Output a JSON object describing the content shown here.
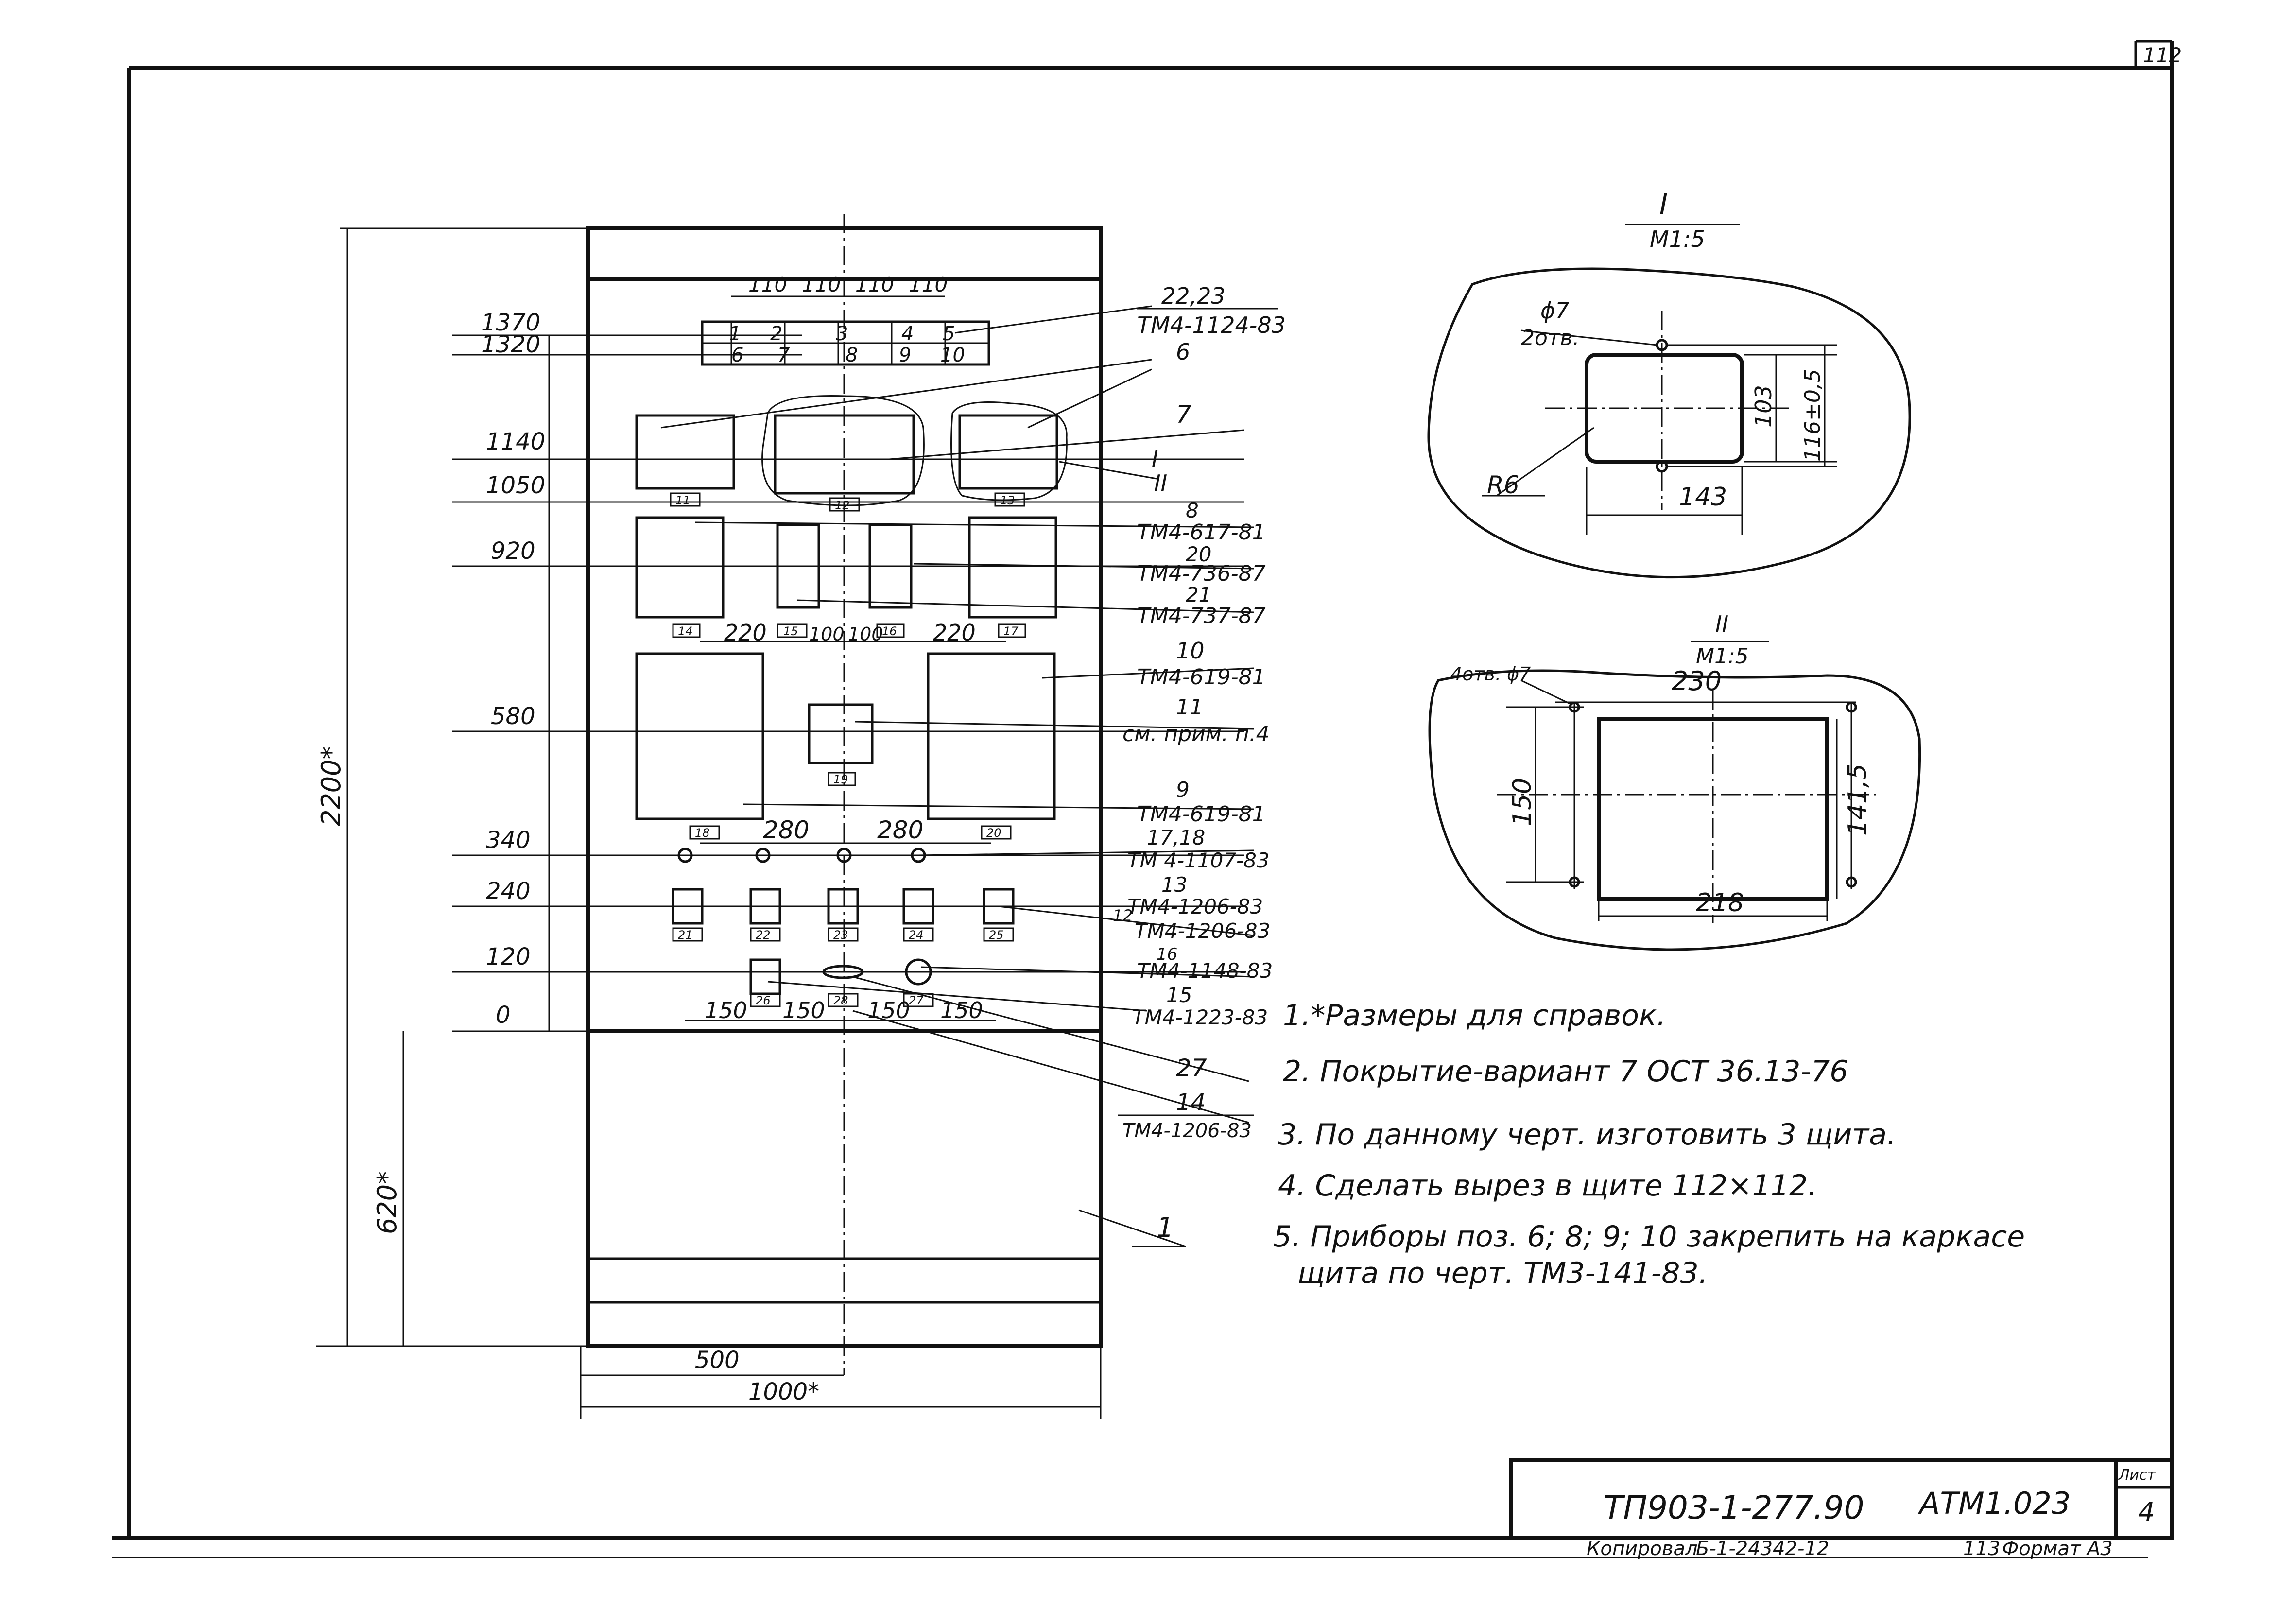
{
  "sheet_corner": "112",
  "panel": {
    "heights": [
      "1370",
      "1320",
      "1140",
      "1050",
      "920",
      "580",
      "340",
      "240",
      "120",
      "0"
    ],
    "overall_height": "2200*",
    "base_height": "620*",
    "half_width": "500",
    "overall_width": "1000*",
    "top_pitch": [
      "110",
      "110",
      "110",
      "110"
    ],
    "terminal_top": [
      "1",
      "2",
      "3",
      "4",
      "5"
    ],
    "terminal_bottom": [
      "6",
      "7",
      "8",
      "9",
      "10"
    ],
    "pitch_220_left": "220",
    "pitch_100_a": "100",
    "pitch_100_b": "100",
    "pitch_220_right": "220",
    "pitch_280_left": "280",
    "pitch_280_right": "280",
    "pitch_150": [
      "150",
      "150",
      "150",
      "150"
    ],
    "tags": {
      "t11": "11",
      "t12": "12",
      "t13": "13",
      "t14": "14",
      "t15": "15",
      "t16": "16",
      "t17": "17",
      "t19": "19",
      "t18": "18",
      "t20": "20",
      "t21": "21",
      "t22": "22",
      "t23": "23",
      "t24": "24",
      "t25": "25",
      "t26": "26",
      "t28": "28",
      "t27": "27"
    }
  },
  "callouts": {
    "c1": "22,23",
    "c2": "ТМ4-1124-83",
    "c3": "6",
    "c4": "7",
    "c5": "I",
    "c6": "II",
    "c7": "8",
    "c8": "ТМ4-617-81",
    "c9": "20",
    "c10": "ТМ4-736-87",
    "c11": "21",
    "c12": "ТМ4-737-87",
    "c13": "10",
    "c14": "ТМ4-619-81",
    "c15": "11",
    "c16": "см. прим. п.4",
    "c17": "9",
    "c18": "ТМ4-619-81",
    "c19": "17,18",
    "c20": "ТМ 4-1107-83",
    "c21": "13",
    "c22": "12",
    "c23": "ТМ4-1206-83",
    "c24": "ТМ4-1206-83",
    "c25": "16",
    "c26": "ТМ4-1148-83",
    "c27": "15",
    "c28": "ТМ4-1223-83",
    "c29": "27",
    "c30": "14",
    "c31": "ТМ4-1206-83",
    "c32": "1"
  },
  "detail_1": {
    "title": "I",
    "scale": "М1:5",
    "hole_dia": "ϕ7",
    "hole_count": "2отв.",
    "height": "103",
    "height_tol": "116±0,5",
    "radius": "R6",
    "width": "143"
  },
  "detail_2": {
    "title": "II",
    "scale": "М1:5",
    "holes": "4отв. ϕ7",
    "top": "230",
    "left": "150",
    "right": "141,5",
    "bottom": "218"
  },
  "notes": [
    "1.*Размеры для справок.",
    "2. Покрытие-вариант 7  ОСТ 36.13-76",
    "3. По данному черт. изготовить 3 щита.",
    "4. Сделать вырез в щите 112×112.",
    "5. Приборы поз. 6; 8; 9; 10 закрепить на каркасе",
    "щита по черт. ТМ3-141-83."
  ],
  "title_block": {
    "doc_number": "ТП903-1-277.90",
    "code": "АТМ1.023",
    "sheet_label": "Лист",
    "sheet_number": "4",
    "copied_label": "Копировал",
    "copied_value": "Б-1-24342-12",
    "page": "113",
    "format": "Формат А3"
  }
}
